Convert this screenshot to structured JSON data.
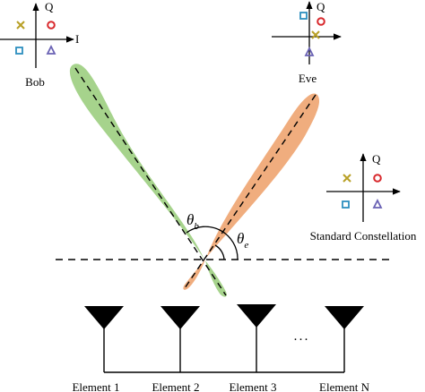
{
  "colors": {
    "bob_beam": "#a6d38c",
    "eve_beam": "#f0ad7e",
    "symbol_x": "#b8a026",
    "symbol_circle": "#d8282c",
    "symbol_square": "#2e8fbf",
    "symbol_triangle": "#6a62b4",
    "line": "#000000"
  },
  "constellations": {
    "bob": {
      "caption": "Bob",
      "i_axis_label": "I",
      "q_axis_label": "Q",
      "symbols": [
        "x-mark",
        "circle",
        "square",
        "triangle"
      ]
    },
    "eve": {
      "caption": "Eve",
      "q_axis_label": "Q",
      "symbols": [
        "square",
        "circle",
        "x-mark",
        "triangle"
      ]
    },
    "standard": {
      "caption": "Standard Constellation",
      "q_axis_label": "Q",
      "symbols": [
        "x-mark",
        "circle",
        "square",
        "triangle"
      ]
    }
  },
  "angles": {
    "theta_b": {
      "symbol": "θ",
      "subscript": "b"
    },
    "theta_e": {
      "symbol": "θ",
      "subscript": "e"
    }
  },
  "array": {
    "ellipsis": "···",
    "elements": [
      "Element 1",
      "Element 2",
      "Element 3",
      "Element N"
    ]
  }
}
